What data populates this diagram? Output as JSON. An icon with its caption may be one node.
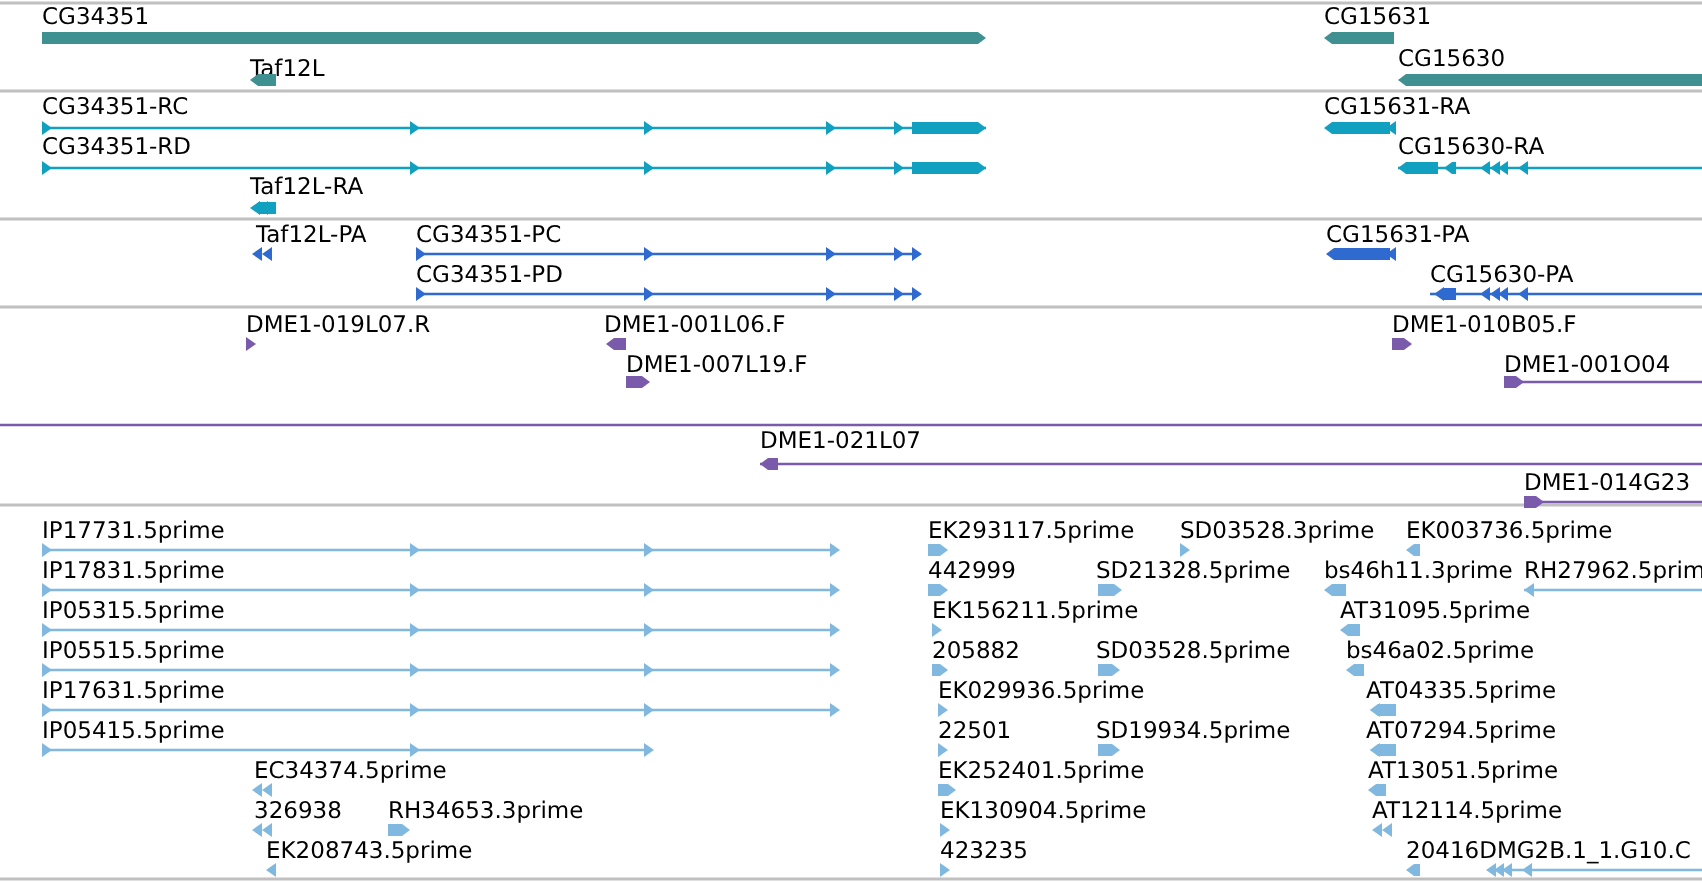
{
  "diagram": {
    "nodes": [
      {
        "text": [
          "CG34351"
        ]
      },
      {
        "text": [
          "Taf12L"
        ]
      },
      {
        "text": [
          "CG15631"
        ]
      },
      {
        "text": [
          "CG15630"
        ]
      },
      {
        "text": [
          "CG34351-RC"
        ]
      },
      {
        "text": [
          "CG34351-RD"
        ]
      },
      {
        "text": [
          "Taf12L-RA"
        ]
      },
      {
        "text": [
          "CG15631-RA"
        ]
      },
      {
        "text": [
          "CG15630-RA"
        ]
      },
      {
        "text": [
          "Taf12L-PA"
        ]
      },
      {
        "text": [
          "CG34351-PC"
        ]
      },
      {
        "text": [
          "CG34351-PD"
        ]
      },
      {
        "text": [
          "CG15631-PA"
        ]
      },
      {
        "text": [
          "CG15630-PA"
        ]
      },
      {
        "text": [
          "DME1-019L07.R"
        ]
      },
      {
        "text": [
          "DME1-001L06.F"
        ]
      },
      {
        "text": [
          "DME1-007L19.F"
        ]
      },
      {
        "text": [
          "DME1-010B05.F"
        ]
      },
      {
        "text": [
          "DME1-001O04"
        ]
      },
      {
        "text": [
          "DME1-021L07"
        ]
      },
      {
        "text": [
          "DME1-014G23"
        ]
      },
      {
        "text": [
          "IP17731.5prime"
        ]
      },
      {
        "text": [
          "IP17831.5prime"
        ]
      },
      {
        "text": [
          "IP05315.5prime"
        ]
      },
      {
        "text": [
          "IP05515.5prime"
        ]
      },
      {
        "text": [
          "IP17631.5prime"
        ]
      },
      {
        "text": [
          "IP05415.5prime"
        ]
      },
      {
        "text": [
          "EC34374.5prime"
        ]
      },
      {
        "text": [
          "326938"
        ]
      },
      {
        "text": [
          "RH34653.3prime"
        ]
      },
      {
        "text": [
          "EK208743.5prime"
        ]
      },
      {
        "text": [
          "EK293117.5prime"
        ]
      },
      {
        "text": [
          "SD03528.3prime"
        ]
      },
      {
        "text": [
          "EK003736.5prime"
        ]
      },
      {
        "text": [
          "442999"
        ]
      },
      {
        "text": [
          "SD21328.5prime"
        ]
      },
      {
        "text": [
          "bs46h11.3prime"
        ]
      },
      {
        "text": [
          "RH27962.5prim"
        ]
      },
      {
        "text": [
          "EK156211.5prime"
        ]
      },
      {
        "text": [
          "AT31095.5prime"
        ]
      },
      {
        "text": [
          "205882"
        ]
      },
      {
        "text": [
          "SD03528.5prime"
        ]
      },
      {
        "text": [
          "bs46a02.5prime"
        ]
      },
      {
        "text": [
          "EK029936.5prime"
        ]
      },
      {
        "text": [
          "AT04335.5prime"
        ]
      },
      {
        "text": [
          "22501"
        ]
      },
      {
        "text": [
          "SD19934.5prime"
        ]
      },
      {
        "text": [
          "AT07294.5prime"
        ]
      },
      {
        "text": [
          "EK252401.5prime"
        ]
      },
      {
        "text": [
          "AT13051.5prime"
        ]
      },
      {
        "text": [
          "EK130904.5prime"
        ]
      },
      {
        "text": [
          "AT12114.5prime"
        ]
      },
      {
        "text": [
          "423235"
        ]
      },
      {
        "text": [
          "20416DMG2B.1_1.G10.C"
        ]
      }
    ]
  }
}
